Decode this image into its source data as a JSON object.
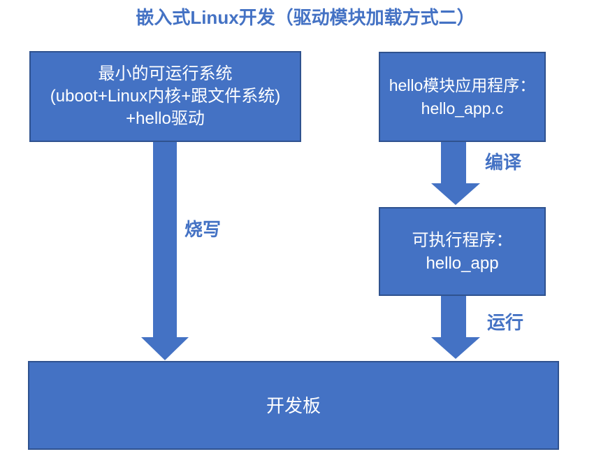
{
  "title": "嵌入式Linux开发（驱动模块加载方式二）",
  "colors": {
    "accent": "#4472C4",
    "border": "#2F528F",
    "box_text": "#FFFFFF",
    "background": "#FFFFFF"
  },
  "nodes": {
    "min_system": {
      "line1": "最小的可运行系统",
      "line2": "(uboot+Linux内核+跟文件系统)",
      "line3": "+hello驱动"
    },
    "app_source": {
      "line1": "hello模块应用程序：",
      "line2": "hello_app.c"
    },
    "executable": {
      "line1": "可执行程序：",
      "line2": "hello_app"
    },
    "dev_board": {
      "line1": "开发板"
    }
  },
  "edges": {
    "flash": {
      "label": "烧写"
    },
    "compile": {
      "label": "编译"
    },
    "run": {
      "label": "运行"
    }
  }
}
